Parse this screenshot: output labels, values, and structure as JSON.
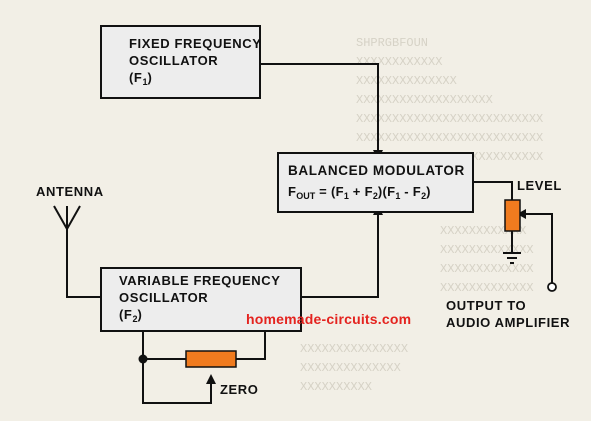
{
  "fixed_osc": {
    "line1": "FIXED FREQUENCY",
    "line2": "OSCILLATOR",
    "sym": "(F",
    "sub": "1",
    "close": ")"
  },
  "var_osc": {
    "line1": "VARIABLE FREQUENCY",
    "line2": "OSCILLATOR",
    "sym": "(F",
    "sub": "2",
    "close": ")"
  },
  "modulator": {
    "title": "BALANCED MODULATOR",
    "eq": {
      "f": "F",
      "out": "OUT",
      "p1": " = (F",
      "s1": "1",
      "p2": " + F",
      "s2": "2",
      "p3": ")(F",
      "s3": "1",
      "p4": " - F",
      "s4": "2",
      "p5": ")"
    }
  },
  "antenna_label": "ANTENNA",
  "level_label": "LEVEL",
  "zero_label": "ZERO",
  "output_label": {
    "line1": "OUTPUT TO",
    "line2": "AUDIO AMPLIFIER"
  },
  "watermark": "homemade-circuits.com",
  "colors": {
    "wire": "#111111",
    "pot": "#f07b1f",
    "watermark": "#e4231f",
    "box_fill": "#ededed",
    "background": "#f2efe6"
  }
}
